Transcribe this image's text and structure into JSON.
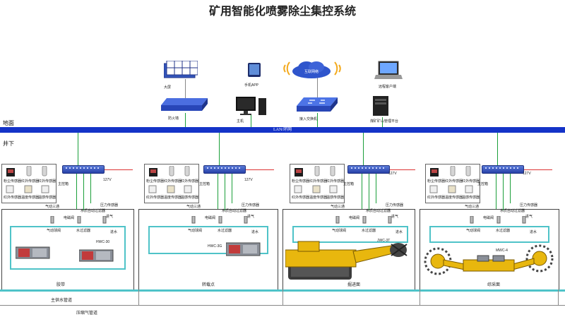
{
  "title": "矿用智能化喷雾除尘集控系统",
  "surface": {
    "zone_label": "地面",
    "lan_label": "LAN/环网",
    "devices": {
      "big_screen": "大屏",
      "mobile_app": "手机APP",
      "cloud": "互联网络",
      "remote_client": "远程客户端",
      "firewall": "防火墙",
      "host": "主机",
      "access_switch": "接入交换机",
      "mine_platform": "煤矿矿山管理平台"
    }
  },
  "underground": {
    "zone_label": "井下",
    "sections": [
      {
        "name": "胶带",
        "machine": "HWC-30",
        "sensors": [
          "粉尘传感器",
          "红外传感器",
          "红外传感器"
        ],
        "sensor_labels": [
          "红外传感器",
          "温度传感器",
          "温感传感器"
        ],
        "controller": "主控箱",
        "power": "127V",
        "components": [
          "气动三通",
          "电磁阀",
          "水质自动过滤器",
          "压力传感器",
          "进气",
          "进水",
          "气动球阀",
          "水过滤器"
        ]
      },
      {
        "name": "转载点",
        "machine": "HWC-3G",
        "sensors": [
          "粉尘传感器",
          "红外传感器",
          "红外传感器"
        ],
        "sensor_labels": [
          "红外传感器",
          "温度传感器",
          "温感传感器"
        ],
        "controller": "主控箱",
        "power": "127V",
        "components": [
          "气动三通",
          "电磁阀",
          "水质自动过滤器",
          "压力传感器",
          "进气",
          "进水",
          "气动球阀",
          "水过滤器"
        ]
      },
      {
        "name": "掘进面",
        "machine": "JWC-3T",
        "sensors": [
          "粉尘传感器",
          "红外传感器",
          "红外传感器"
        ],
        "sensor_labels": [
          "红外传感器",
          "温度传感器",
          "温感传感器"
        ],
        "controller": "主控箱",
        "power": "127V",
        "components": [
          "气动三通",
          "电磁阀",
          "水质自动过滤器",
          "压力传感器",
          "进气",
          "进水",
          "气动球阀",
          "水过滤器"
        ]
      },
      {
        "name": "综采面",
        "machine": "MWC-4",
        "sensors": [
          "粉尘传感器",
          "红外传感器",
          "红外传感器"
        ],
        "sensor_labels": [
          "红外传感器",
          "温度传感器",
          "温感传感器"
        ],
        "controller": "主控箱",
        "power": "127V",
        "components": [
          "气动三通",
          "电磁阀",
          "水质自动过滤器",
          "压力传感器",
          "进气",
          "进水",
          "气动球阀",
          "水过滤器"
        ]
      }
    ],
    "main_water": "主供水管道",
    "main_air": "压缩气管道"
  },
  "colors": {
    "lan": "#1433c8",
    "water_pipe": "#4fc3c8",
    "signal": "#1b9f3a",
    "cabinet": "#2840a8"
  }
}
